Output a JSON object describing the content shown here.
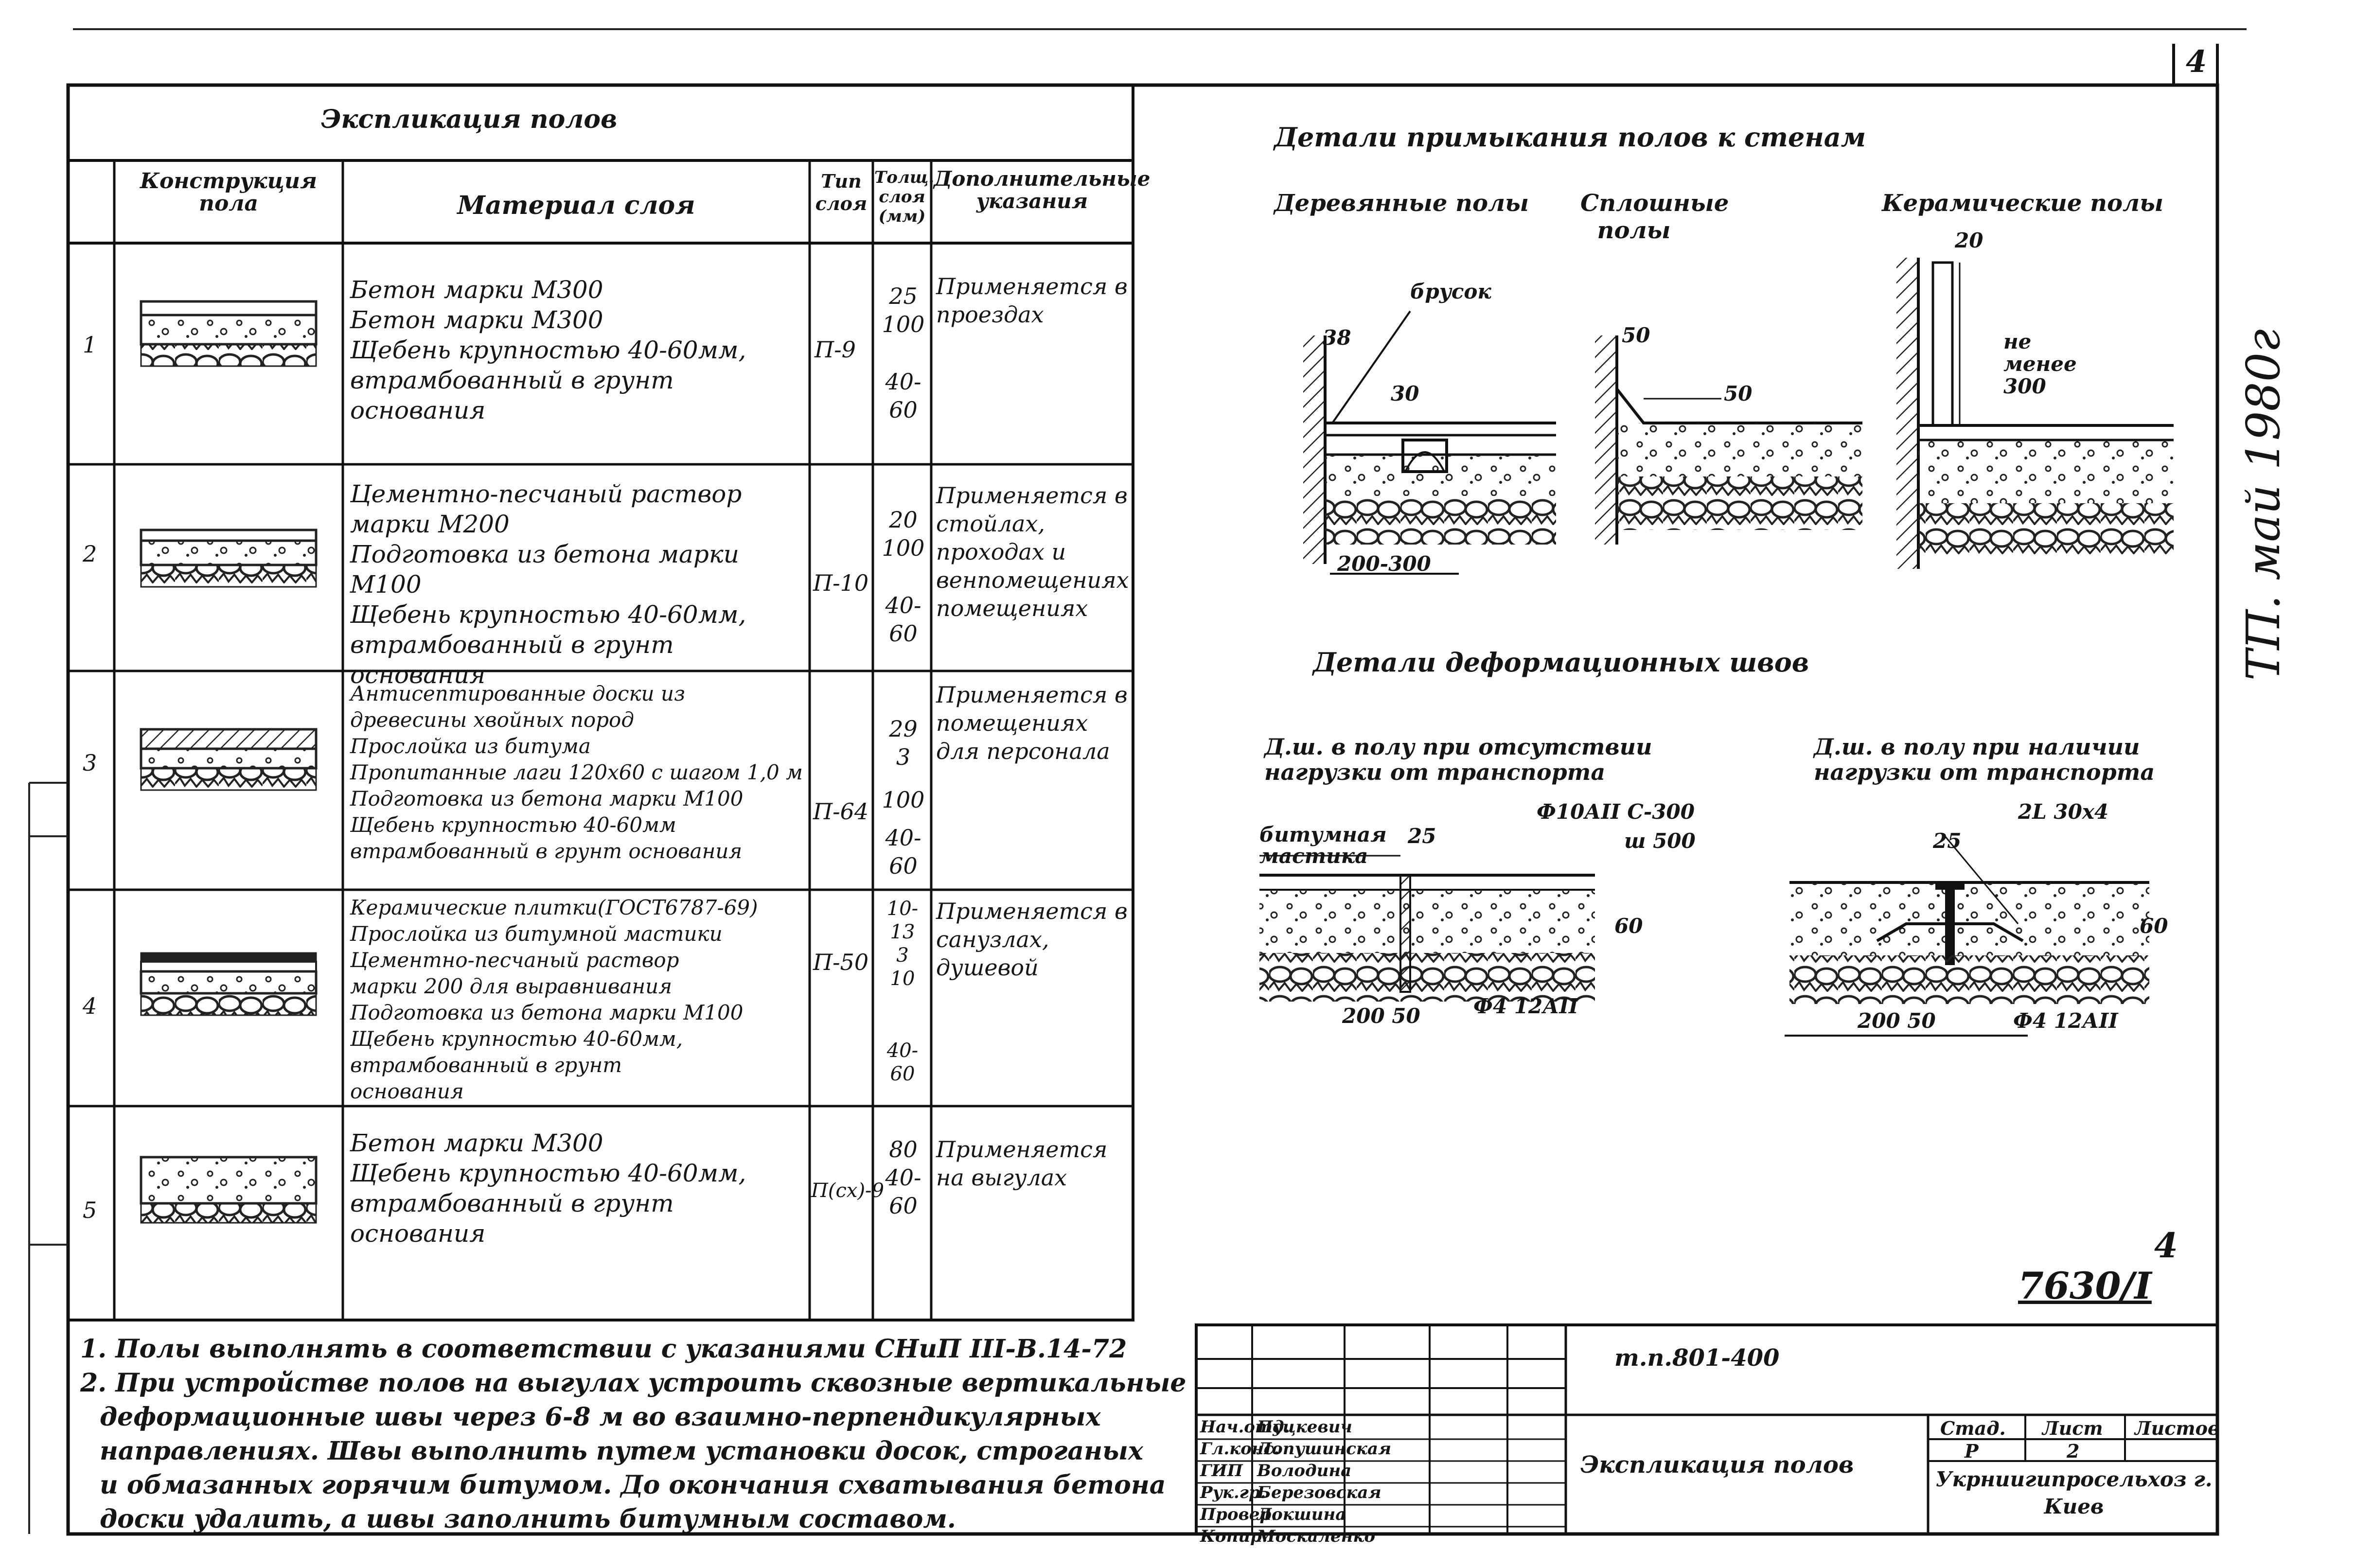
{
  "sheet": {
    "page_number": "4",
    "side_mark": "ТП. май 1980г",
    "drawing_code": "7630/I",
    "drawing_code_top": "4"
  },
  "explication": {
    "title": "Экспликация полов",
    "headers": {
      "construction": "Конструкция пола",
      "material": "Материал слоя",
      "type": "Тип слоя",
      "thickness": "Толщ. слоя (мм)",
      "notes": "Дополнительные указания"
    },
    "rows": [
      {
        "num": "1",
        "materials": [
          "Бетон марки М300",
          "Бетон марки М300",
          "Щебень крупностью 40-60мм,",
          "втрамбованный в грунт",
          "основания"
        ],
        "type": "П-9",
        "thickness": [
          "25",
          "100",
          "",
          "40-60"
        ],
        "notes": "Применяется в проездах"
      },
      {
        "num": "2",
        "materials": [
          "Цементно-песчаный раствор",
          "марки М200",
          "Подготовка из бетона марки М100",
          "Щебень крупностью 40-60мм,",
          "втрамбованный в грунт",
          "основания"
        ],
        "type": "П-10",
        "thickness": [
          "20",
          "100",
          "",
          "40-60"
        ],
        "notes": "Применяется в стойлах, проходах и венпомещениях помещениях"
      },
      {
        "num": "3",
        "materials": [
          "Антисептированные доски из",
          "древесины хвойных пород",
          "Прослойка из битума",
          "Пропитанные лаги 120х60 с шагом 1,0 м",
          "Подготовка из бетона марки М100",
          "Щебень крупностью 40-60мм",
          "втрамбованный в грунт основания"
        ],
        "type": "П-64",
        "thickness": [
          "29",
          "3",
          "",
          "100",
          "40-60"
        ],
        "notes": "Применяется в помещениях для персонала"
      },
      {
        "num": "4",
        "materials": [
          "Керамические плитки(ГОСТ6787-69)",
          "Прослойка из битумной мастики",
          "Цементно-песчаный раствор",
          "марки 200 для выравнивания",
          "Подготовка из бетона марки М100",
          "Щебень крупностью 40-60мм,",
          "втрамбованный в грунт",
          "основания"
        ],
        "type": "П-50",
        "thickness": [
          "10-13",
          "3",
          "10",
          "",
          "40-60"
        ],
        "notes": "Применяется в санузлах, душевой"
      },
      {
        "num": "5",
        "materials": [
          "Бетон марки М300",
          "Щебень крупностью 40-60мм,",
          "втрамбованный в грунт",
          "основания"
        ],
        "type": "П(сх)-9",
        "thickness": [
          "80",
          "40-60"
        ],
        "notes": "Применяется на выгулах"
      }
    ],
    "footnotes": [
      "1. Полы выполнять в соответствии с указаниями СНиП III-В.14-72",
      "2. При устройстве полов на выгулах устроить сквозные вертикальные",
      "деформационные швы через 6-8 м во взаимно-перпендикулярных",
      "направлениях. Швы выполнить путем установки досок, строганых",
      "и обмазанных горячим битумом. До окончания схватывания бетона",
      "доски удалить, а швы заполнить битумным составом."
    ]
  },
  "details": {
    "title": "Детали примыкания полов к стенам",
    "sub_wood": "Деревянные полы",
    "sub_solid": "Сплошные полы",
    "sub_ceramic": "Керамические полы",
    "label_bracket": "брусок",
    "dim_38": "38",
    "dim_30": "30",
    "dim_50a": "50",
    "dim_50b": "50",
    "dim_20": "20",
    "not_less": "не менее 300",
    "dim_range": "200-300"
  },
  "joints": {
    "title": "Детали деформационных швов",
    "left_caption": "Д.ш. в полу при отсутствии нагрузки от транспорта",
    "right_caption": "Д.ш. в полу при наличии нагрузки от транспорта",
    "bitumen": "битумная мастика",
    "rebar": "Ф10АII С-300",
    "w500": "ш 500",
    "angle": "2L 30x4",
    "d25a": "25",
    "d25b": "25",
    "d60a": "60",
    "d60b": "60",
    "left_dims": "200 50",
    "left_bar": "Ф4 12АII",
    "right_dims": "200 50",
    "right_bar": "Ф4 12АII"
  },
  "title_block": {
    "project_code": "т.п.801-400",
    "sheet_name": "Экспликация полов",
    "stage_hdr": "Стад.",
    "sheet_hdr": "Лист",
    "sheets_hdr": "Листов",
    "stage": "Р",
    "sheet": "2",
    "org": "Укрниигипросельхоз г. Киев",
    "roles": [
      {
        "role": "Нач.отд.",
        "name": "Пуцкевич"
      },
      {
        "role": "Гл.конс.",
        "name": "Лопушинская"
      },
      {
        "role": "ГИП",
        "name": "Володина"
      },
      {
        "role": "Рук.гр.",
        "name": "Березовская"
      },
      {
        "role": "Провер.",
        "name": "Локшина"
      },
      {
        "role": "Копир.",
        "name": "Москаленко"
      }
    ]
  }
}
